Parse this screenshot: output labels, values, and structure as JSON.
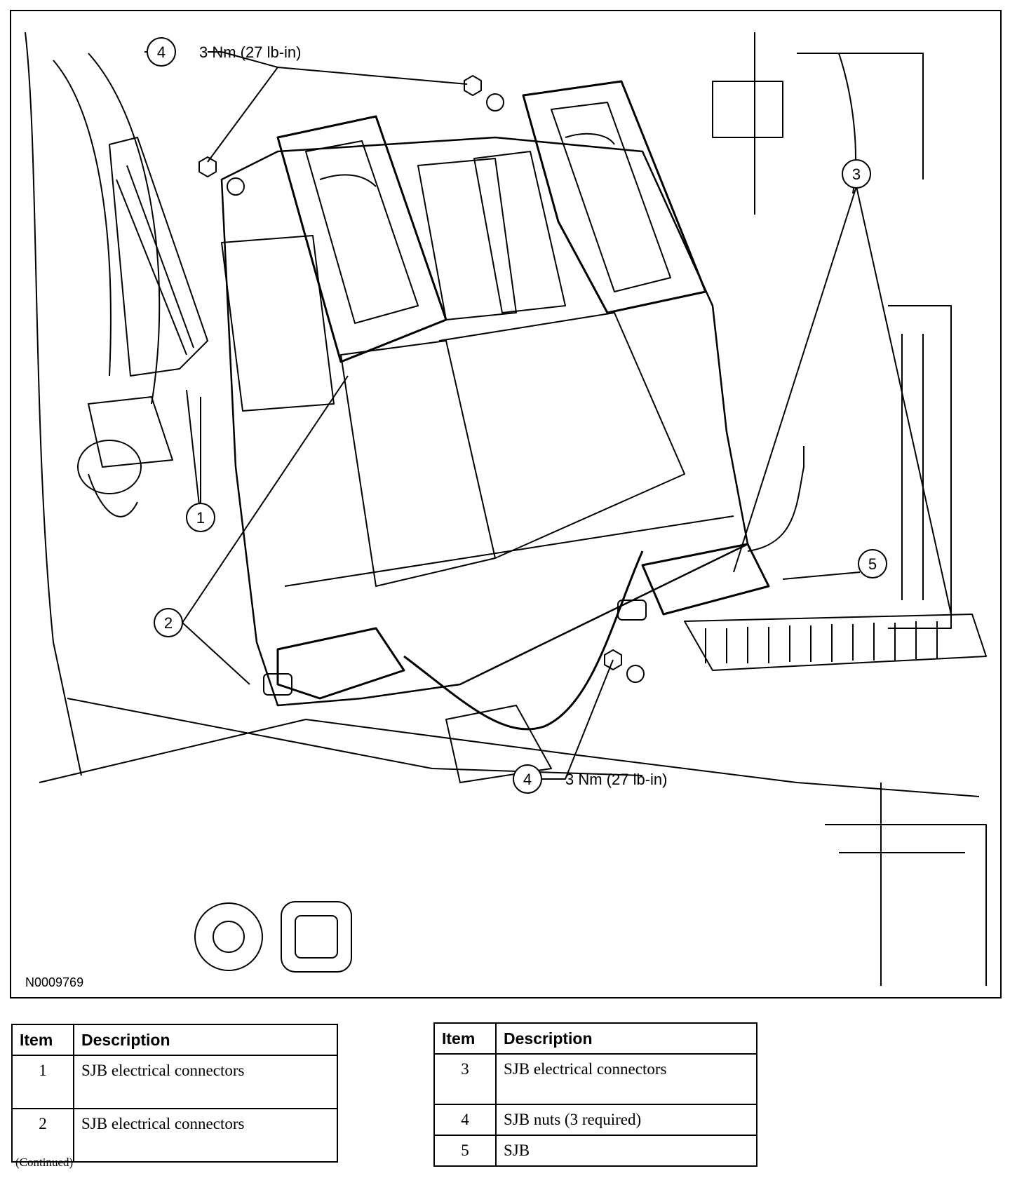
{
  "figure": {
    "id": "N0009769",
    "torque_top": "3 Nm (27 lb-in)",
    "torque_bottom": "3 Nm (27 lb-in)",
    "callouts": [
      "1",
      "2",
      "3",
      "4",
      "4",
      "5"
    ]
  },
  "legend_left": {
    "headers": [
      "Item",
      "Description"
    ],
    "rows": [
      {
        "item": "1",
        "description": "SJB electrical connectors"
      },
      {
        "item": "2",
        "description": "SJB electrical connectors"
      }
    ]
  },
  "legend_right": {
    "headers": [
      "Item",
      "Description"
    ],
    "rows": [
      {
        "item": "3",
        "description": "SJB electrical connectors"
      },
      {
        "item": "4",
        "description": "SJB nuts (3 required)"
      },
      {
        "item": "5",
        "description": "SJB"
      }
    ]
  },
  "footer": {
    "continued": "(Continued)"
  }
}
